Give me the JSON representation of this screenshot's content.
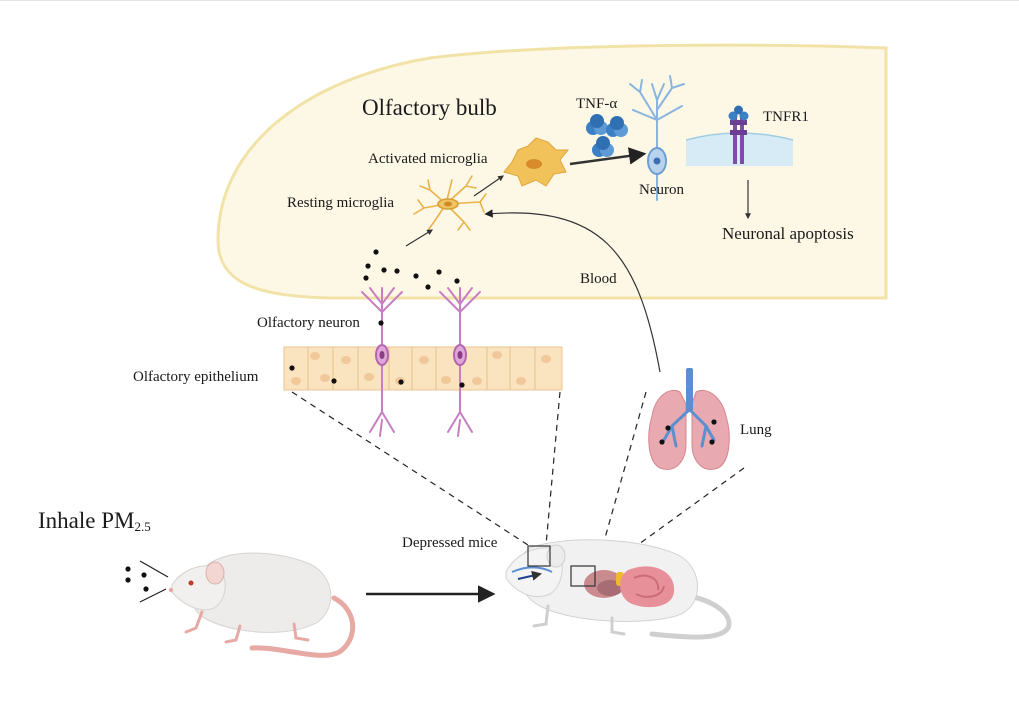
{
  "labels": {
    "olfactory_bulb": "Olfactory bulb",
    "tnf_alpha": "TNF-α",
    "tnfr1": "TNFR1",
    "activated_microglia": "Activated microglia",
    "neuron": "Neuron",
    "resting_microglia": "Resting microglia",
    "neuronal_apoptosis": "Neuronal apoptosis",
    "blood": "Blood",
    "olfactory_neuron": "Olfactory neuron",
    "olfactory_epithelium": "Olfactory epithelium",
    "lung": "Lung",
    "inhale_pm_main": "Inhale PM",
    "inhale_pm_sub": "2.5",
    "depressed_mice": "Depressed mice"
  },
  "colors": {
    "bulb_fill": "#fdf8e6",
    "bulb_stroke": "#f1e3a8",
    "microglia_active": "#f2c25a",
    "microglia_resting": "#e9b24a",
    "tnf_blue": "#3b7fc4",
    "neuron_blue": "#8ab4e0",
    "receptor_purple": "#7b4fa3",
    "olfactory_neuron": "#c77fc1",
    "epithelium_fill": "#fae3bf",
    "lung_pink": "#e9a9b0",
    "trachea_blue": "#5b8fcf",
    "mouse_body": "#eeeceb",
    "mouse_tail": "#e7a9a4",
    "arrow": "#222222"
  }
}
